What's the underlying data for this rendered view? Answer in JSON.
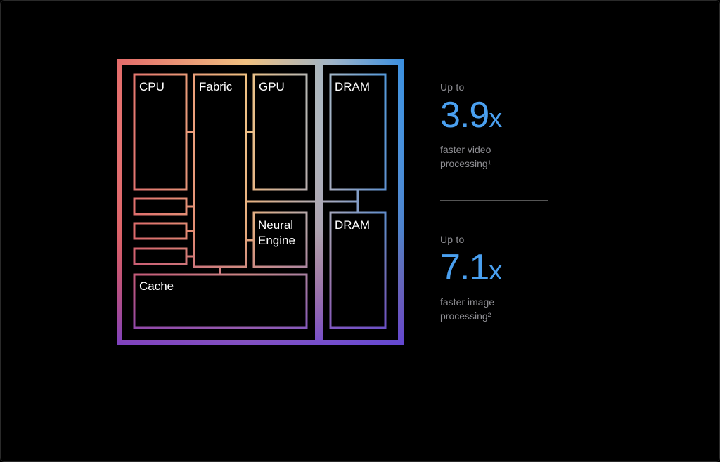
{
  "diagram": {
    "blocks": {
      "cpu": "CPU",
      "fabric": "Fabric",
      "gpu": "GPU",
      "dram_top": "DRAM",
      "dram_bottom": "DRAM",
      "neural_line1": "Neural",
      "neural_line2": "Engine",
      "cache": "Cache"
    },
    "colors": {
      "gradient_left": "#e46a6a",
      "gradient_mid": "#f0c080",
      "gradient_right": "#3a8fe0",
      "gradient_bottom": "#7a3fd0"
    }
  },
  "stats": [
    {
      "intro": "Up to",
      "value": "3.9",
      "unit": "x",
      "desc_line1": "faster video",
      "desc_line2": "processing¹"
    },
    {
      "intro": "Up to",
      "value": "7.1",
      "unit": "x",
      "desc_line1": "faster image",
      "desc_line2": "processing²"
    }
  ],
  "accent_color": "#4aa0f0"
}
